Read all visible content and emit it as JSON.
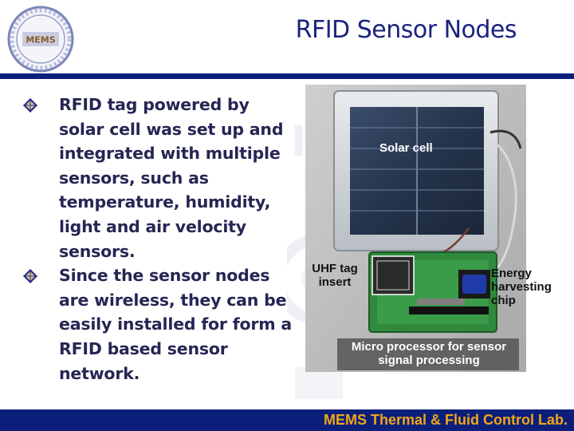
{
  "header": {
    "title": "RFID Sensor Nodes",
    "logo_text": "MEMS"
  },
  "bullets": [
    {
      "text": "RFID tag powered by solar cell was set up and integrated with multiple sensors, such as temperature, humidity, light and air velocity sensors."
    },
    {
      "text": "Since the sensor nodes are wireless, they can be easily installed for form a RFID based sensor network."
    }
  ],
  "figure": {
    "labels": {
      "solar_cell": "Solar cell",
      "uhf_tag": "UHF tag insert",
      "energy": "Energy harvesting chip",
      "micro": "Micro processor for sensor signal processing"
    }
  },
  "footer": {
    "text": "MEMS Thermal & Fluid Control Lab."
  },
  "colors": {
    "brand_navy": "#0b1f7a",
    "title_blue": "#1a237e",
    "footer_text": "#f2a51a",
    "bullet_text": "#262654"
  }
}
